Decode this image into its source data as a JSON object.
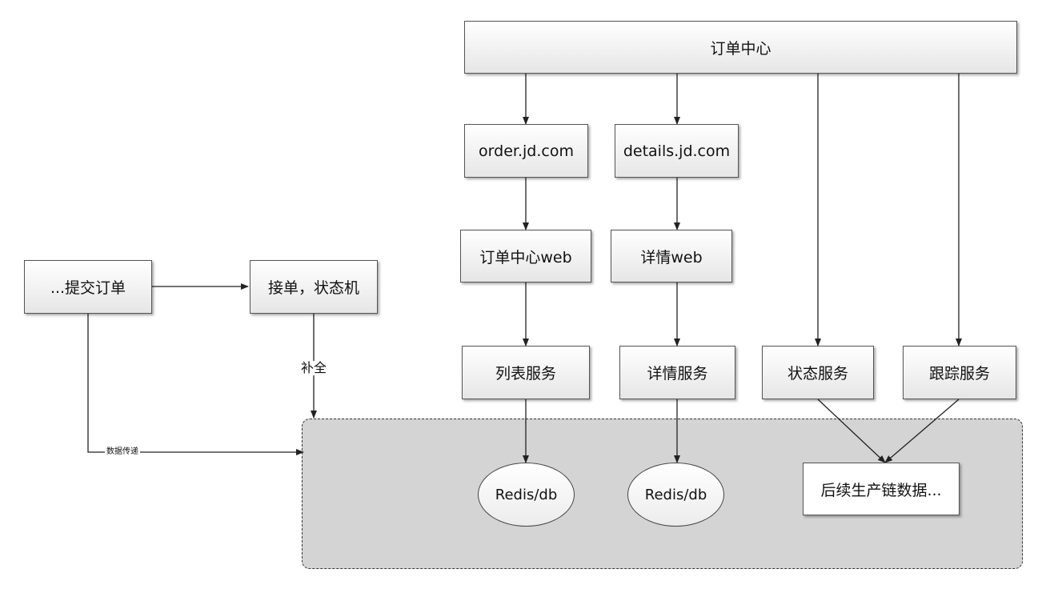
{
  "nodes": {
    "order_center": "订单中心",
    "order_domain": "order.jd.com",
    "details_domain": "details.jd.com",
    "order_center_web": "订单中心web",
    "details_web": "详情web",
    "list_service": "列表服务",
    "details_service": "详情服务",
    "status_service": "状态服务",
    "tracking_service": "跟踪服务",
    "submit_order": "...提交订单",
    "accept_order": "接单，状态机",
    "redis_db_1": "Redis/db",
    "redis_db_2": "Redis/db",
    "downstream_data": "后续生产链数据..."
  },
  "edge_labels": {
    "supplement": "补全",
    "data_transfer": "数据传递"
  }
}
